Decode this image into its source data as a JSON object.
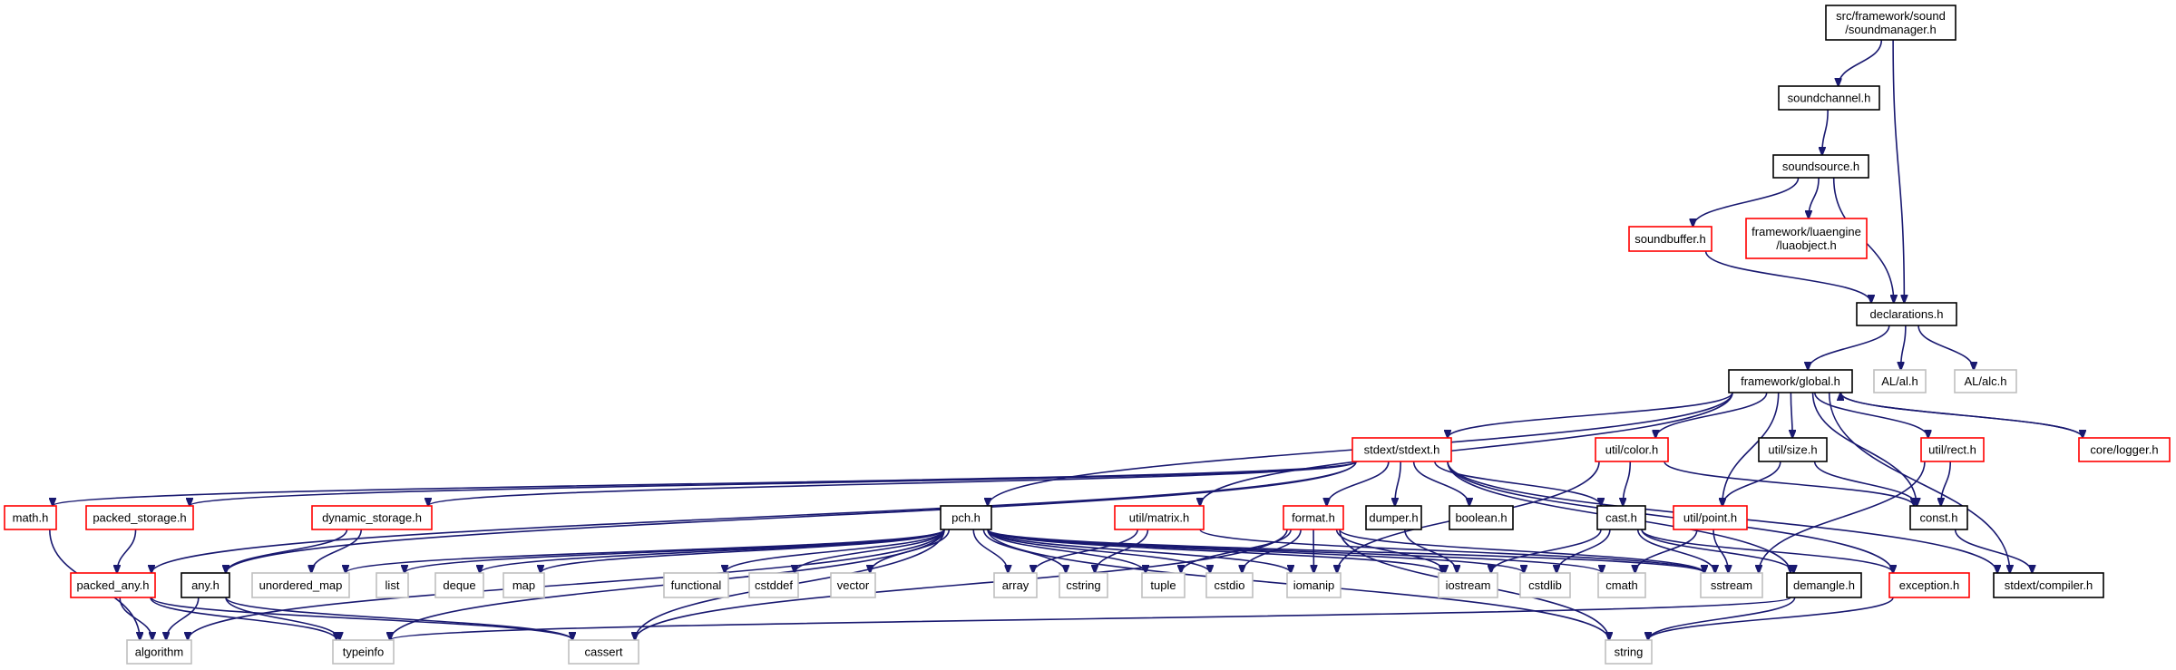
{
  "colors": {
    "root_fill": "#bfbfbf",
    "border_normal": "#000000",
    "border_truncated": "#ff0000",
    "border_external": "#bfbfbf",
    "edge": "#191970",
    "background": "#ffffff"
  },
  "nodes": [
    {
      "id": "soundmanager",
      "lines": [
        "src/framework/sound",
        "/soundmanager.h"
      ],
      "kind": "root",
      "interactable": false
    },
    {
      "id": "soundchannel",
      "lines": [
        "soundchannel.h"
      ],
      "kind": "normal",
      "interactable": true
    },
    {
      "id": "soundsource",
      "lines": [
        "soundsource.h"
      ],
      "kind": "normal",
      "interactable": true
    },
    {
      "id": "soundbuffer",
      "lines": [
        "soundbuffer.h"
      ],
      "kind": "truncated",
      "interactable": true
    },
    {
      "id": "luaobject",
      "lines": [
        "framework/luaengine",
        "/luaobject.h"
      ],
      "kind": "truncated",
      "interactable": true
    },
    {
      "id": "declarations",
      "lines": [
        "declarations.h"
      ],
      "kind": "normal",
      "interactable": true
    },
    {
      "id": "global",
      "lines": [
        "framework/global.h"
      ],
      "kind": "normal",
      "interactable": true
    },
    {
      "id": "al",
      "lines": [
        "AL/al.h"
      ],
      "kind": "external",
      "interactable": false
    },
    {
      "id": "alc",
      "lines": [
        "AL/alc.h"
      ],
      "kind": "external",
      "interactable": false
    },
    {
      "id": "logger",
      "lines": [
        "core/logger.h"
      ],
      "kind": "truncated",
      "interactable": true
    },
    {
      "id": "stdext",
      "lines": [
        "stdext/stdext.h"
      ],
      "kind": "truncated",
      "interactable": true
    },
    {
      "id": "color",
      "lines": [
        "util/color.h"
      ],
      "kind": "truncated",
      "interactable": true
    },
    {
      "id": "size",
      "lines": [
        "util/size.h"
      ],
      "kind": "normal",
      "interactable": true
    },
    {
      "id": "rect",
      "lines": [
        "util/rect.h"
      ],
      "kind": "truncated",
      "interactable": true
    },
    {
      "id": "math",
      "lines": [
        "math.h"
      ],
      "kind": "truncated",
      "interactable": true
    },
    {
      "id": "packed_storage",
      "lines": [
        "packed_storage.h"
      ],
      "kind": "truncated",
      "interactable": true
    },
    {
      "id": "dynamic_storage",
      "lines": [
        "dynamic_storage.h"
      ],
      "kind": "truncated",
      "interactable": true
    },
    {
      "id": "pch",
      "lines": [
        "pch.h"
      ],
      "kind": "normal",
      "interactable": true
    },
    {
      "id": "matrix",
      "lines": [
        "util/matrix.h"
      ],
      "kind": "truncated",
      "interactable": true
    },
    {
      "id": "format",
      "lines": [
        "format.h"
      ],
      "kind": "truncated",
      "interactable": true
    },
    {
      "id": "dumper",
      "lines": [
        "dumper.h"
      ],
      "kind": "normal",
      "interactable": true
    },
    {
      "id": "boolean",
      "lines": [
        "boolean.h"
      ],
      "kind": "normal",
      "interactable": true
    },
    {
      "id": "cast",
      "lines": [
        "cast.h"
      ],
      "kind": "normal",
      "interactable": true
    },
    {
      "id": "point",
      "lines": [
        "util/point.h"
      ],
      "kind": "truncated",
      "interactable": true
    },
    {
      "id": "const",
      "lines": [
        "const.h"
      ],
      "kind": "normal",
      "interactable": true
    },
    {
      "id": "packed_any",
      "lines": [
        "packed_any.h"
      ],
      "kind": "truncated",
      "interactable": true
    },
    {
      "id": "any",
      "lines": [
        "any.h"
      ],
      "kind": "normal",
      "interactable": true
    },
    {
      "id": "unordered_map",
      "lines": [
        "unordered_map"
      ],
      "kind": "external",
      "interactable": false
    },
    {
      "id": "list",
      "lines": [
        "list"
      ],
      "kind": "external",
      "interactable": false
    },
    {
      "id": "deque",
      "lines": [
        "deque"
      ],
      "kind": "external",
      "interactable": false
    },
    {
      "id": "map",
      "lines": [
        "map"
      ],
      "kind": "external",
      "interactable": false
    },
    {
      "id": "functional",
      "lines": [
        "functional"
      ],
      "kind": "external",
      "interactable": false
    },
    {
      "id": "cstddef",
      "lines": [
        "cstddef"
      ],
      "kind": "external",
      "interactable": false
    },
    {
      "id": "vector",
      "lines": [
        "vector"
      ],
      "kind": "external",
      "interactable": false
    },
    {
      "id": "array",
      "lines": [
        "array"
      ],
      "kind": "external",
      "interactable": false
    },
    {
      "id": "cstring",
      "lines": [
        "cstring"
      ],
      "kind": "external",
      "interactable": false
    },
    {
      "id": "tuple",
      "lines": [
        "tuple"
      ],
      "kind": "external",
      "interactable": false
    },
    {
      "id": "cstdio",
      "lines": [
        "cstdio"
      ],
      "kind": "external",
      "interactable": false
    },
    {
      "id": "iomanip",
      "lines": [
        "iomanip"
      ],
      "kind": "external",
      "interactable": false
    },
    {
      "id": "iostream",
      "lines": [
        "iostream"
      ],
      "kind": "external",
      "interactable": false
    },
    {
      "id": "cstdlib",
      "lines": [
        "cstdlib"
      ],
      "kind": "external",
      "interactable": false
    },
    {
      "id": "cmath",
      "lines": [
        "cmath"
      ],
      "kind": "external",
      "interactable": false
    },
    {
      "id": "sstream",
      "lines": [
        "sstream"
      ],
      "kind": "external",
      "interactable": false
    },
    {
      "id": "demangle",
      "lines": [
        "demangle.h"
      ],
      "kind": "normal",
      "interactable": true
    },
    {
      "id": "exception",
      "lines": [
        "exception.h"
      ],
      "kind": "truncated",
      "interactable": true
    },
    {
      "id": "compiler",
      "lines": [
        "stdext/compiler.h"
      ],
      "kind": "normal",
      "interactable": true
    },
    {
      "id": "algorithm",
      "lines": [
        "algorithm"
      ],
      "kind": "external",
      "interactable": false
    },
    {
      "id": "typeinfo",
      "lines": [
        "typeinfo"
      ],
      "kind": "external",
      "interactable": false
    },
    {
      "id": "cassert",
      "lines": [
        "cassert"
      ],
      "kind": "external",
      "interactable": false
    },
    {
      "id": "string",
      "lines": [
        "string"
      ],
      "kind": "external",
      "interactable": false
    }
  ],
  "edges": [
    [
      "soundmanager",
      "soundchannel"
    ],
    [
      "soundmanager",
      "declarations"
    ],
    [
      "soundchannel",
      "soundsource"
    ],
    [
      "soundsource",
      "soundbuffer"
    ],
    [
      "soundsource",
      "luaobject"
    ],
    [
      "soundsource",
      "declarations"
    ],
    [
      "soundbuffer",
      "declarations"
    ],
    [
      "declarations",
      "global"
    ],
    [
      "declarations",
      "al"
    ],
    [
      "declarations",
      "alc"
    ],
    [
      "global",
      "logger"
    ],
    [
      "logger",
      "global"
    ],
    [
      "global",
      "stdext"
    ],
    [
      "global",
      "color"
    ],
    [
      "global",
      "size"
    ],
    [
      "global",
      "rect"
    ],
    [
      "global",
      "pch"
    ],
    [
      "global",
      "matrix"
    ],
    [
      "global",
      "point"
    ],
    [
      "global",
      "const"
    ],
    [
      "global",
      "compiler"
    ],
    [
      "stdext",
      "math"
    ],
    [
      "stdext",
      "packed_storage"
    ],
    [
      "stdext",
      "dynamic_storage"
    ],
    [
      "stdext",
      "format"
    ],
    [
      "stdext",
      "dumper"
    ],
    [
      "stdext",
      "boolean"
    ],
    [
      "stdext",
      "cast"
    ],
    [
      "stdext",
      "any"
    ],
    [
      "stdext",
      "packed_any"
    ],
    [
      "stdext",
      "demangle"
    ],
    [
      "stdext",
      "exception"
    ],
    [
      "stdext",
      "compiler"
    ],
    [
      "color",
      "cast"
    ],
    [
      "color",
      "const"
    ],
    [
      "color",
      "iomanip"
    ],
    [
      "size",
      "point"
    ],
    [
      "size",
      "const"
    ],
    [
      "rect",
      "const"
    ],
    [
      "rect",
      "sstream"
    ],
    [
      "math",
      "algorithm"
    ],
    [
      "packed_storage",
      "packed_any"
    ],
    [
      "dynamic_storage",
      "any"
    ],
    [
      "dynamic_storage",
      "unordered_map"
    ],
    [
      "pch",
      "algorithm"
    ],
    [
      "pch",
      "typeinfo"
    ],
    [
      "pch",
      "cassert"
    ],
    [
      "pch",
      "unordered_map"
    ],
    [
      "pch",
      "list"
    ],
    [
      "pch",
      "deque"
    ],
    [
      "pch",
      "map"
    ],
    [
      "pch",
      "functional"
    ],
    [
      "pch",
      "cstddef"
    ],
    [
      "pch",
      "vector"
    ],
    [
      "pch",
      "array"
    ],
    [
      "pch",
      "cstring"
    ],
    [
      "pch",
      "tuple"
    ],
    [
      "pch",
      "cstdio"
    ],
    [
      "pch",
      "iomanip"
    ],
    [
      "pch",
      "iostream"
    ],
    [
      "pch",
      "cstdlib"
    ],
    [
      "pch",
      "cmath"
    ],
    [
      "pch",
      "sstream"
    ],
    [
      "pch",
      "string"
    ],
    [
      "matrix",
      "array"
    ],
    [
      "matrix",
      "cstring"
    ],
    [
      "matrix",
      "sstream"
    ],
    [
      "format",
      "tuple"
    ],
    [
      "format",
      "cstdio"
    ],
    [
      "format",
      "iomanip"
    ],
    [
      "format",
      "iostream"
    ],
    [
      "format",
      "sstream"
    ],
    [
      "format",
      "string"
    ],
    [
      "format",
      "cassert"
    ],
    [
      "dumper",
      "iostream"
    ],
    [
      "cast",
      "iostream"
    ],
    [
      "cast",
      "cstdlib"
    ],
    [
      "cast",
      "sstream"
    ],
    [
      "cast",
      "demangle"
    ],
    [
      "cast",
      "exception"
    ],
    [
      "point",
      "cmath"
    ],
    [
      "point",
      "sstream"
    ],
    [
      "const",
      "compiler"
    ],
    [
      "packed_any",
      "algorithm"
    ],
    [
      "packed_any",
      "typeinfo"
    ],
    [
      "packed_any",
      "cassert"
    ],
    [
      "any",
      "algorithm"
    ],
    [
      "any",
      "typeinfo"
    ],
    [
      "any",
      "cassert"
    ],
    [
      "demangle",
      "string"
    ],
    [
      "demangle",
      "typeinfo"
    ],
    [
      "exception",
      "string"
    ]
  ]
}
